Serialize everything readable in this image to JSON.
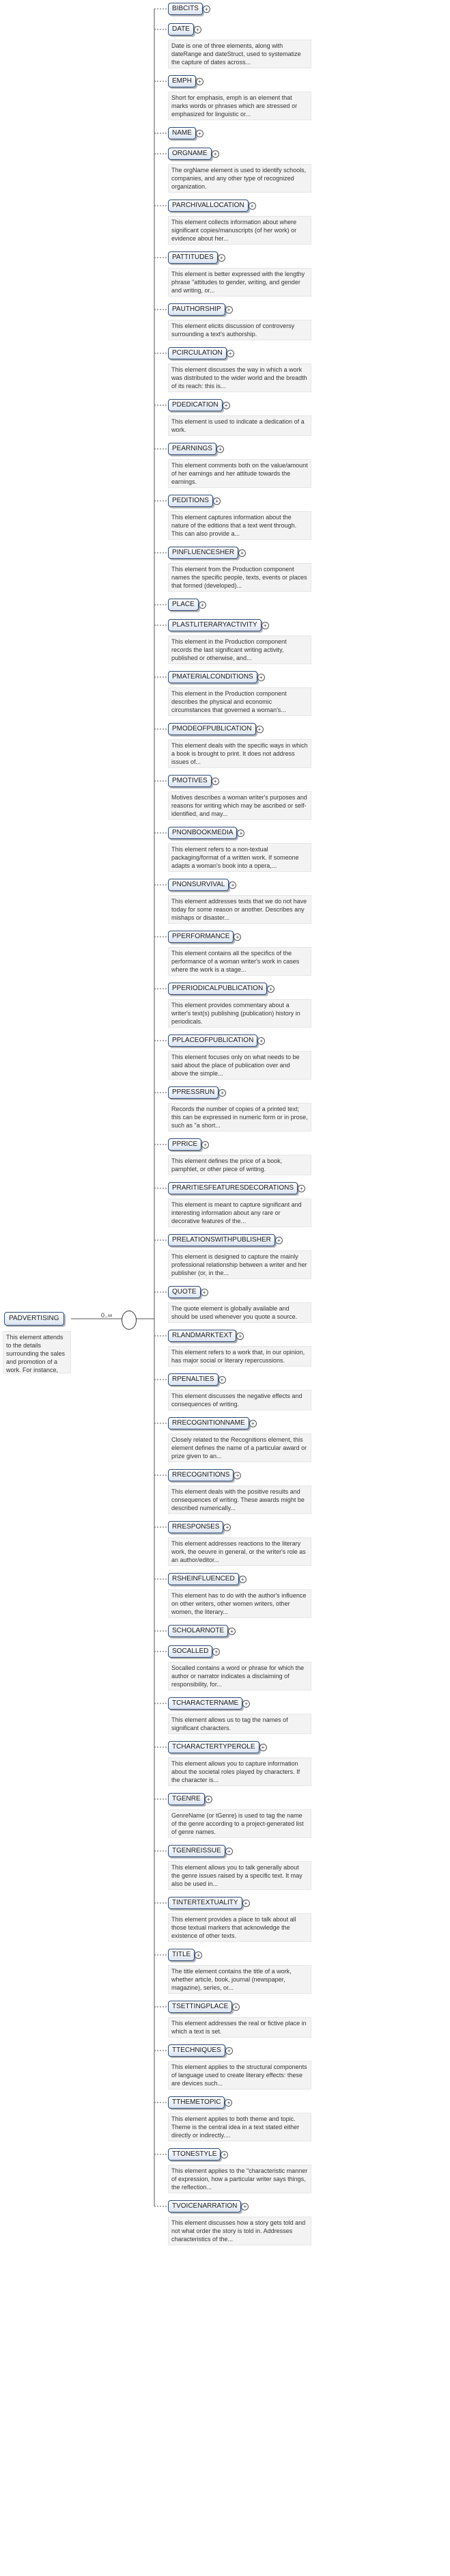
{
  "root": {
    "label": "PADVERTISING",
    "multiplicity": "0..∞",
    "description": "This element attends to the details surrounding the sales and promotion of a work. For instance, you may want to..."
  },
  "children": [
    {
      "label": "BIBCITS",
      "desc": ""
    },
    {
      "label": "DATE",
      "desc": "Date is one of three elements, along with dateRange and dateStruct, used to systematize the capture of dates across..."
    },
    {
      "label": "EMPH",
      "desc": "Short for emphasis, emph is an element that marks words or phrases which are stressed or emphasized for linguistic or..."
    },
    {
      "label": "NAME",
      "desc": ""
    },
    {
      "label": "ORGNAME",
      "desc": "The orgName element is used to identify schools, companies, and any other type of recognized organization."
    },
    {
      "label": "PARCHIVALLOCATION",
      "desc": "This element collects information about where significant copies/manuscripts (of her work) or evidence about her..."
    },
    {
      "label": "PATTITUDES",
      "desc": "This element is better expressed with the lengthy phrase \"attitudes to gender, writing, and gender and writing, or..."
    },
    {
      "label": "PAUTHORSHIP",
      "desc": "This element elicits discussion of controversy surrounding a text's authorship."
    },
    {
      "label": "PCIRCULATION",
      "desc": "This element discusses the way in which a work was distributed to the wider world and the breadth of its reach: this is..."
    },
    {
      "label": "PDEDICATION",
      "desc": "This element is used to indicate a dedication of a work."
    },
    {
      "label": "PEARNINGS",
      "desc": "This element comments both on the value/amount of her earnings and her attitude towards the earnings."
    },
    {
      "label": "PEDITIONS",
      "desc": "This element captures information about the nature of the editions that a text went through. This can also provide a..."
    },
    {
      "label": "PINFLUENCESHER",
      "desc": "This element from the Production component names the specific people, texts, events or places that formed (developed)..."
    },
    {
      "label": "PLACE",
      "desc": ""
    },
    {
      "label": "PLASTLITERARYACTIVITY",
      "desc": "This element in the Production component records the last significant writing activity, published or otherwise, and..."
    },
    {
      "label": "PMATERIALCONDITIONS",
      "desc": "This element in the Production component describes the physical and economic circumstances that governed a woman's..."
    },
    {
      "label": "PMODEOFPUBLICATION",
      "desc": "This element deals with the specific ways in which a book is brought to print. It does not address issues of..."
    },
    {
      "label": "PMOTIVES",
      "desc": "Motives describes a woman writer's purposes and reasons for writing which may be ascribed or self-identified, and may..."
    },
    {
      "label": "PNONBOOKMEDIA",
      "desc": "This element refers to a non-textual packaging/format of a written work. If someone adapts a woman's book into a opera,..."
    },
    {
      "label": "PNONSURVIVAL",
      "desc": "This element addresses texts that we do not have today for some reason or another. Describes any mishaps or disaster..."
    },
    {
      "label": "PPERFORMANCE",
      "desc": "This element contains all the specifics of the performance of a woman writer's work in cases where the work is a stage..."
    },
    {
      "label": "PPERIODICALPUBLICATION",
      "desc": "This element provides commentary about a writer's text(s) publishing (publication) history in periodicals."
    },
    {
      "label": "PPLACEOFPUBLICATION",
      "desc": "This element focuses only on what needs to be said about the place of publication over and above the simple..."
    },
    {
      "label": "PPRESSRUN",
      "desc": "Records the number of copies of a printed text; this can be expressed in numeric form or in prose, such as \"a short..."
    },
    {
      "label": "PPRICE",
      "desc": "This element defines the price of a book, pamphlet, or other piece of writing."
    },
    {
      "label": "PRARITIESFEATURESDECORATIONS",
      "desc": "This element is meant to capture significant and interesting information about any rare or decorative features of the..."
    },
    {
      "label": "PRELATIONSWITHPUBLISHER",
      "desc": "This element is designed to capture the mainly professional relationship between a writer and her publisher (or, in the..."
    },
    {
      "label": "QUOTE",
      "desc": "The quote element is globally available and should be used whenever you quote a source."
    },
    {
      "label": "RLANDMARKTEXT",
      "desc": "This element refers to a work that, in our opinion, has major social or literary repercussions."
    },
    {
      "label": "RPENALTIES",
      "desc": "This element discusses the negative effects and consequences of writing."
    },
    {
      "label": "RRECOGNITIONNAME",
      "desc": "Closely related to the Recognitions element, this element defines the name of a particular award or prize given to an..."
    },
    {
      "label": "RRECOGNITIONS",
      "desc": "This element deals with the positive results and consequences of writing. These awards might be described numerically..."
    },
    {
      "label": "RRESPONSES",
      "desc": "This element addresses reactions to the literary work, the oeuvre in general, or the writer's role as an author/editor..."
    },
    {
      "label": "RSHEINFLUENCED",
      "desc": "This element has to do with the author's influence on other writers, other women writers, other women, the literary..."
    },
    {
      "label": "SCHOLARNOTE",
      "desc": ""
    },
    {
      "label": "SOCALLED",
      "desc": "Socalled contains a word or phrase for which the author or narrator indicates a disclaiming of responsibility, for..."
    },
    {
      "label": "TCHARACTERNAME",
      "desc": "This element allows us to tag the names of significant characters."
    },
    {
      "label": "TCHARACTERTYPEROLE",
      "desc": "This element allows you to capture information about the societal roles played by characters. If the character is..."
    },
    {
      "label": "TGENRE",
      "desc": "GenreName (or tGenre) is used to tag the name of the genre according to a project-generated list of genre names."
    },
    {
      "label": "TGENREISSUE",
      "desc": "This element allows you to talk generally about the genre issues raised by a specific text. It may also be used in..."
    },
    {
      "label": "TINTERTEXTUALITY",
      "desc": "This element provides a place to talk about all those textual markers that acknowledge the existence of other texts."
    },
    {
      "label": "TITLE",
      "desc": "The title element contains the title of a work, whether article, book, journal (newspaper, magazine), series, or..."
    },
    {
      "label": "TSETTINGPLACE",
      "desc": "This element addresses the real or fictive place in which a text is set."
    },
    {
      "label": "TTECHNIQUES",
      "desc": "This element applies to the structural components of language used to create literary effects: these are devices such..."
    },
    {
      "label": "TTHEMETOPIC",
      "desc": "This element applies to both theme and topic. Theme is the central idea in a text stated either directly or indirectly...."
    },
    {
      "label": "TTONESTYLE",
      "desc": "This element applies to the \"characteristic manner of expression, how a particular writer says things, the reflection..."
    },
    {
      "label": "TVOICENARRATION",
      "desc": "This element discusses how a story gets told and not what order the story is told in. Addresses characteristics of the..."
    }
  ]
}
